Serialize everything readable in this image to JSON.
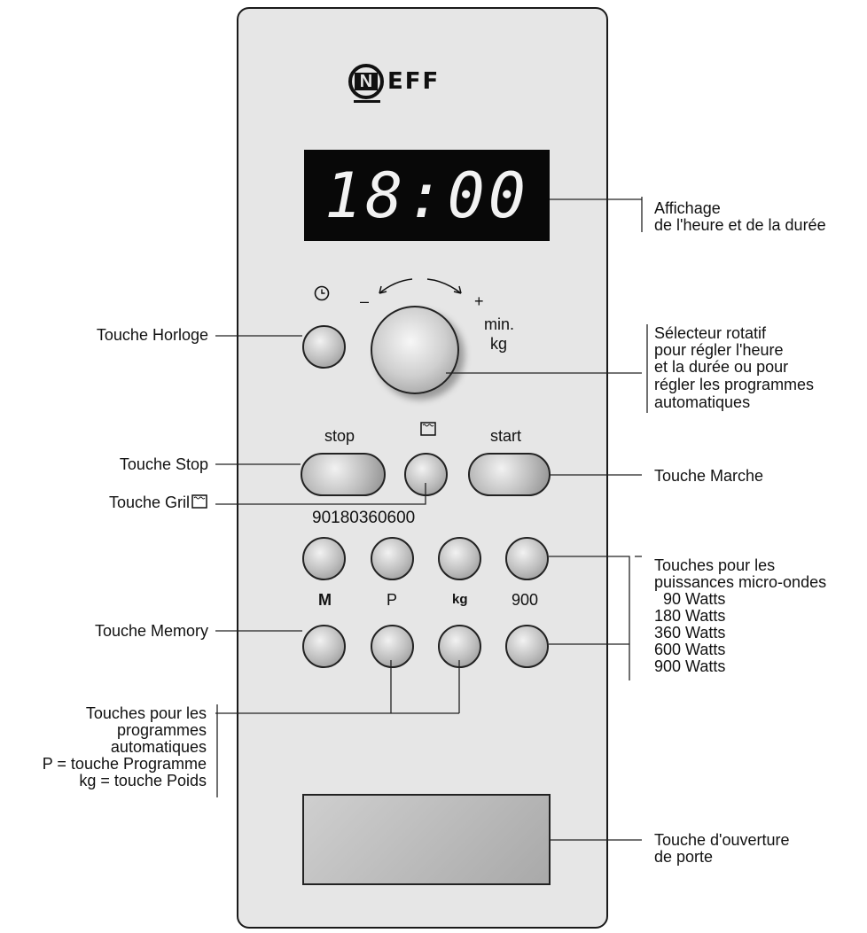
{
  "brand": {
    "letters": "EFF",
    "mark": "N"
  },
  "display": {
    "time": "18:00"
  },
  "panel_labels": {
    "clock_symbol": "clock-icon",
    "minus": "–",
    "plus": "+",
    "knob_unit_1": "min.",
    "knob_unit_2": "kg",
    "stop": "stop",
    "grill_symbol": "grill-icon",
    "start": "start",
    "power_row": "90180360600",
    "m": "M",
    "p": "P",
    "kg": "kg",
    "w900": "900"
  },
  "callouts": {
    "affichage_1": "Affichage",
    "affichage_2": "de l'heure et de la durée",
    "horloge": "Touche Horloge",
    "selecteur_1": "Sélecteur rotatif",
    "selecteur_2": "pour régler l'heure",
    "selecteur_3": "et la durée ou pour",
    "selecteur_4": "régler les programmes",
    "selecteur_5": "automatiques",
    "stop": "Touche Stop",
    "marche": "Touche Marche",
    "gril": "Touche Gril",
    "puissances_1": "Touches pour les",
    "puissances_2": "puissances micro-ondes",
    "puissances_3": "90 Watts",
    "puissances_4": "180 Watts",
    "puissances_5": "360 Watts",
    "puissances_6": "600 Watts",
    "puissances_7": "900 Watts",
    "memory": "Touche Memory",
    "prog_1": "Touches pour les",
    "prog_2": "programmes",
    "prog_3": "automatiques",
    "prog_4": "P = touche Programme",
    "prog_5": "kg = touche Poids",
    "porte_1": "Touche d'ouverture",
    "porte_2": "de porte"
  }
}
